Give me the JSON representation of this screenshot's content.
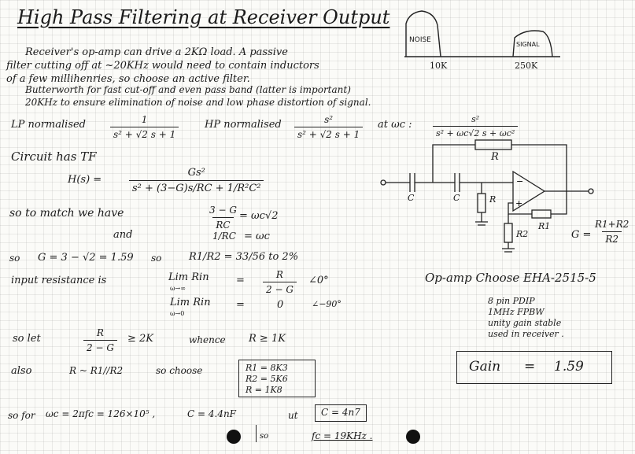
{
  "title": "High Pass Filtering at Receiver Output",
  "spectrum": {
    "noise_label": "NOISE",
    "signal_label": "SIGNAL",
    "tick_10k": "10K",
    "tick_250k": "250K"
  },
  "intro": {
    "line1": "Receiver's op-amp can drive a 2KΩ load. A passive",
    "line2": "filter cutting off at ~20KHz would need to contain inductors",
    "line3": "of a few millihenries, so choose an active filter.",
    "line4": "Butterworth for fast cut-off and even pass band (latter is important)",
    "line5": "20KHz to ensure elimination of noise and low phase distortion of signal."
  },
  "normalised": {
    "lp_label": "LP normalised",
    "lp_num": "1",
    "lp_den": "s² + √2 s + 1",
    "hp_label": "HP normalised",
    "hp_num": "s²",
    "hp_den": "s² + √2 s + 1",
    "at_wc": "at ωc :",
    "wc_num": "s²",
    "wc_den": "s² + ωc√2 s + ωc²"
  },
  "circuit": {
    "heading": "Circuit has TF",
    "hs_label": "H(s) =",
    "hs_num": "Gs²",
    "hs_den": "s² + (3−G)s/RC + 1/R²C²",
    "label_c1": "C",
    "label_c2": "C",
    "label_r_top": "R",
    "label_r_shunt": "R",
    "label_r1": "R1",
    "label_r2": "R2",
    "gain_eq": "G = ",
    "gain_num": "R1+R2",
    "gain_den": "R2"
  },
  "matching": {
    "intro": "so to match we have",
    "eq1_num": "3 − G",
    "eq1_den": "RC",
    "eq1_rhs": "=  ωc√2",
    "and": "and",
    "eq2_lhs": "1/RC",
    "eq2_rhs": "=  ωc"
  },
  "gain_line": {
    "so": "so",
    "expr": "G = 3 − √2 = 1.59",
    "so2": "so",
    "ratio": "R1/R2 = 33/56  to 2%"
  },
  "input_resistance": {
    "label": "input resistance is",
    "lim_inf": "Lim Rin",
    "lim_inf_sub": "ω→∞",
    "eq": "=",
    "inf_num": "R",
    "inf_den": "2 − G",
    "inf_angle": "∠0°",
    "lim_zero": "Lim Rin",
    "lim_zero_sub": "ω→0",
    "zero_val": "0",
    "zero_angle": "∠−90°"
  },
  "let_line": {
    "so_let": "so let",
    "num": "R",
    "den": "2 − G",
    "rhs": "≥  2K",
    "whence": "whence",
    "result": "R ≥ 1K"
  },
  "also_line": {
    "also": "also",
    "rel": "R ~ R1//R2",
    "so_choose": "so choose",
    "r1": "R1  = 8K3",
    "r2": "R2  = 5K6",
    "r": "R    = 1K8"
  },
  "final_line": {
    "so_for": "so for",
    "wc_expr": "ωc = 2πfc = 126×10⁵ ,",
    "c_expr": "C = 4.4nF",
    "ut": "ut",
    "c_choice": "C = 4n7",
    "so": "so",
    "fc": "fc = 19KHz ."
  },
  "opamp": {
    "heading": "Op-amp Choose EHA-2515-5",
    "spec1": "8 pin PDIP",
    "spec2": "1MHz FPBW",
    "spec3": "unity gain stable",
    "spec4": "used in receiver ."
  },
  "gain_box": {
    "label": "Gain",
    "eq": "=",
    "value": "1.59"
  }
}
